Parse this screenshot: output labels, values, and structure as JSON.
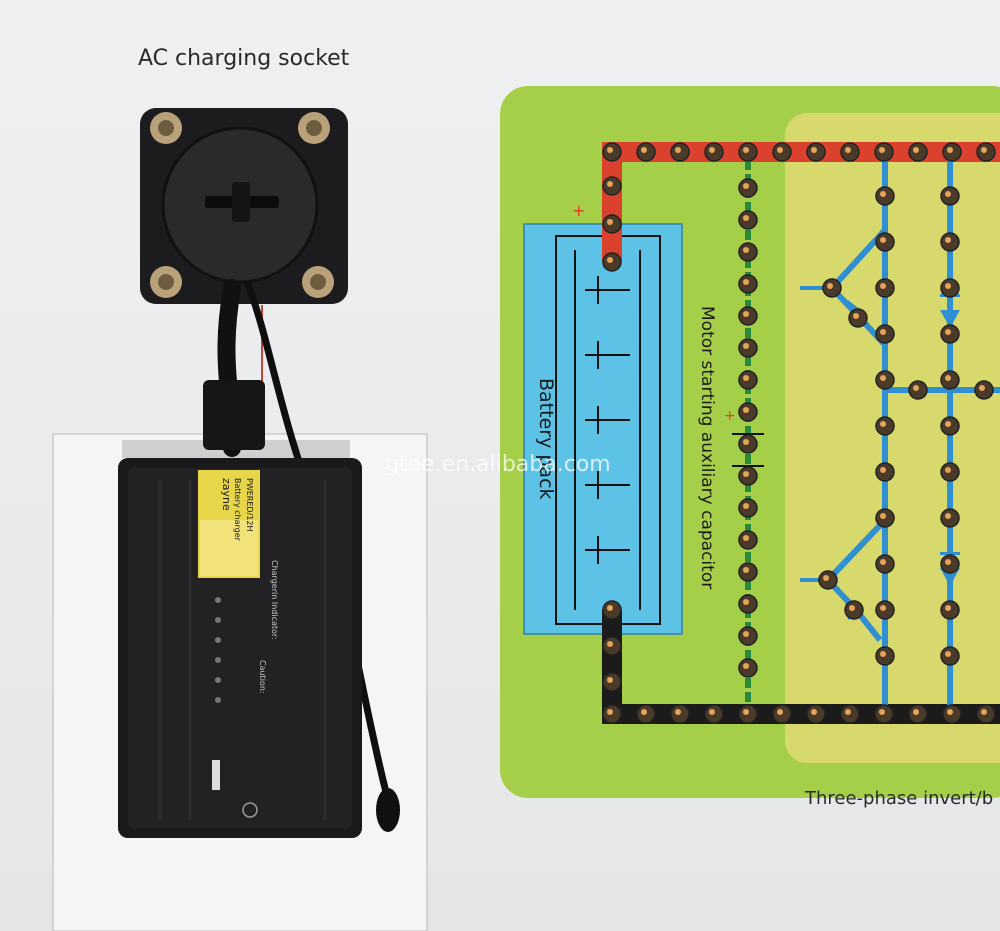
{
  "labels": {
    "ac_socket": "AC charging socket",
    "battery_pack": "Battery pack",
    "capacitor": "Motor starting auxiliary capacitor",
    "three_phase": "Three-phase invert/b",
    "watermark": "gtee.en.alibaba.com",
    "plus": "+"
  },
  "charger": {
    "brand": "zayne",
    "sticker_line1": "Battery charger",
    "sticker_line2": "PWERED/12H",
    "indicator": "Chargerin Indicator:",
    "caution": "Caution:"
  },
  "colors": {
    "panel_green": "#a6cf49",
    "panel_yellow": "#d8d96d",
    "battery_blue": "#5cc2e6",
    "wire_red": "#d9412c",
    "wire_green": "#2a8a3c",
    "wire_black": "#1b1b1b",
    "wire_blue": "#2f8fd0",
    "charger_body": "#1a1a1c",
    "sticker_yellow": "#e7d64a"
  }
}
